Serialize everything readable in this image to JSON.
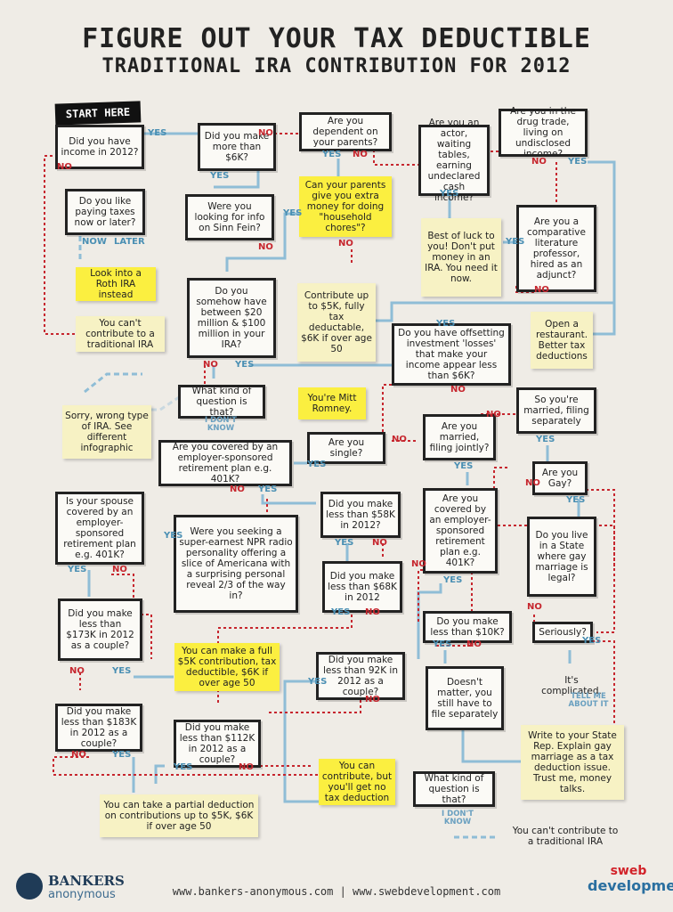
{
  "title": {
    "line1": "FIGURE OUT YOUR TAX DEDUCTIBLE",
    "line2": "TRADITIONAL IRA CONTRIBUTION FOR 2012"
  },
  "start_label": "START HERE",
  "nodes": {
    "income2012": "Did you have income in 2012?",
    "more6k": "Did you make more than $6K?",
    "dependent": "Are you dependent on your parents?",
    "actor": "Are you an actor, waiting tables, earning undeclared cash income?",
    "drug": "Are you in the drug trade, living on undisclosed income?",
    "taxes": "Do you like paying taxes now or later?",
    "sinnfein": "Were you looking for info on Sinn Fein?",
    "chores": "Can your parents give you extra money for doing \"household chores\"?",
    "bestluck": "Best of luck to you! Don't put money in an IRA. You need it now.",
    "litprof": "Are you a comparative literature professor, hired as an adjunct?",
    "roth": "Look into a Roth IRA instead",
    "between20": "Do you somehow have between $20 million & $100 million in your IRA?",
    "contrib5k": "Contribute up to $5K, fully tax deductable, $6K if over age 50",
    "cantcontrib1": "You can't contribute to a traditional IRA",
    "offsetting": "Do you have offsetting investment 'losses' that make your income appear less than $6K?",
    "restaurant": "Open a restaurant. Better tax deductions",
    "whatkind1": "What kind of question is that?",
    "romney": "You're Mitt Romney.",
    "sorrywrong": "Sorry, wrong type of IRA. See different infographic",
    "single": "Are you single?",
    "marriedjointly": "Are you married, filing jointly?",
    "marriedsep": "So you're married, filing separately",
    "employer1": "Are you covered by an employer-sponsored retirement plan e.g. 401K?",
    "gay": "Are you Gay?",
    "spouse": "Is your spouse covered by an employer-sponsored retirement plan e.g. 401K?",
    "npr": "Were you seeking a super-earnest NPR radio personality offering a slice of Americana with a surprising personal reveal 2/3 of the way in?",
    "less58": "Did you make less than $58K in 2012?",
    "employer2": "Are you covered by an employer-sponsored retirement plan e.g. 401K?",
    "statelegal": "Do you live in a State where gay marriage is legal?",
    "less68": "Did you make less than $68K in 2012",
    "less173": "Did you make less than $173K in 2012 as a couple?",
    "less10": "Do you make less than $10K?",
    "seriously": "Seriously?",
    "full5k": "You can make a full $5K contribution, tax deductible, $6K if over age 50",
    "less92": "Did you make less than 92K in 2012 as a couple?",
    "doesntmatter": "Doesn't matter, you still have to file separately",
    "complicated": "It's complicated.",
    "less183": "Did you make less than $183K in 2012 as a couple?",
    "less112": "Did you make less than $112K in 2012 as a couple?",
    "contribnodeduct": "You can contribute, but you'll get no tax deduction",
    "writestate": "Write to your State Rep. Explain gay marriage as a tax deduction issue. Trust me, money talks.",
    "whatkind2": "What kind of question is that?",
    "partial": "You can take a partial deduction on contributions up to $5K, $6K if over age 50",
    "cantcontrib2": "You can't contribute to a traditional IRA"
  },
  "labels": {
    "yes": "YES",
    "no": "NO",
    "now": "NOW",
    "later": "LATER",
    "dont_know": "I DON'T KNOW",
    "tell_me": "TELL ME ABOUT IT"
  },
  "footer": {
    "links": "www.bankers-anonymous.com  |  www.swebdevelopment.com",
    "logo_left_1": "BANKERS",
    "logo_left_2": "anonymous",
    "logo_right_1": "sweb",
    "logo_right_2": "development"
  },
  "colors": {
    "yes_blue": "#4a8fb3",
    "no_red": "#c6262e",
    "note_yellow": "#f7f2c4",
    "highlight_yellow": "#fbef40",
    "background": "#efece6"
  }
}
